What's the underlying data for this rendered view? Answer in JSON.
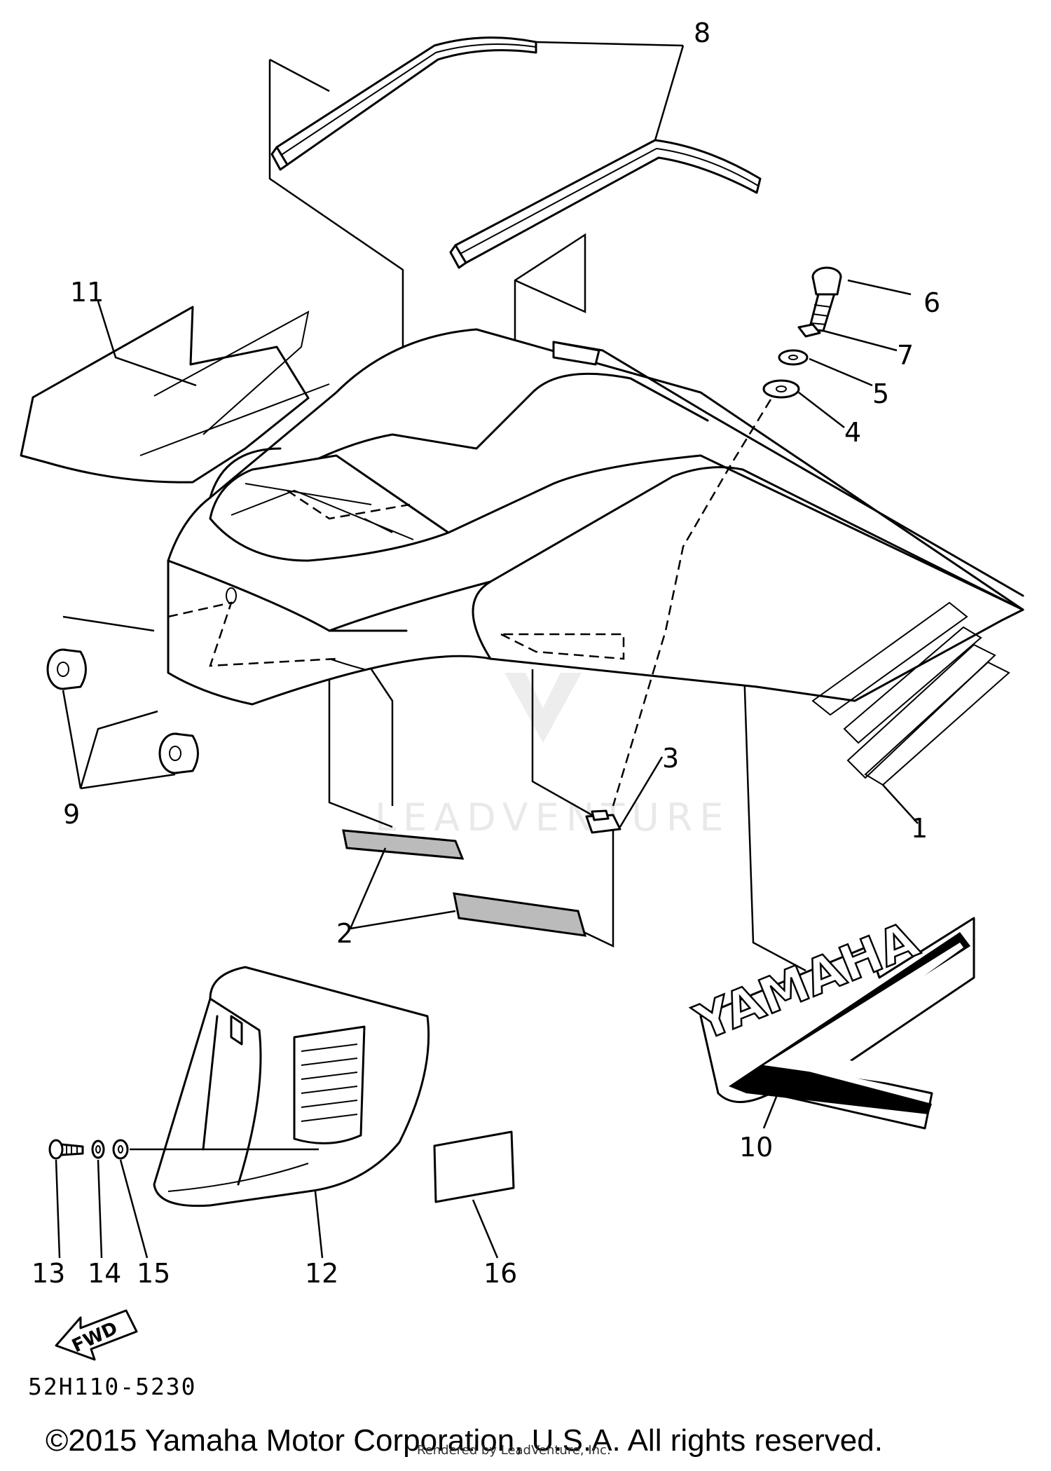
{
  "callouts": {
    "c1": "1",
    "c2": "2",
    "c3": "3",
    "c4": "4",
    "c5": "5",
    "c6": "6",
    "c7": "7",
    "c8": "8",
    "c9": "9",
    "c10": "10",
    "c11": "11",
    "c12": "12",
    "c13": "13",
    "c14": "14",
    "c15": "15",
    "c16": "16"
  },
  "decal_text": "YAMAHA",
  "fwd_arrow_text": "FWD",
  "diagram_code": "52H110-5230",
  "copyright": "©2015 Yamaha Motor Corporation, U.S.A. All rights reserved.",
  "rendered_by": "Rendered by LeadVenture, Inc.",
  "watermark_text": "LEADVENTURE",
  "colors": {
    "ink": "#000000",
    "background": "#ffffff",
    "watermark": "#e9e9e9"
  }
}
